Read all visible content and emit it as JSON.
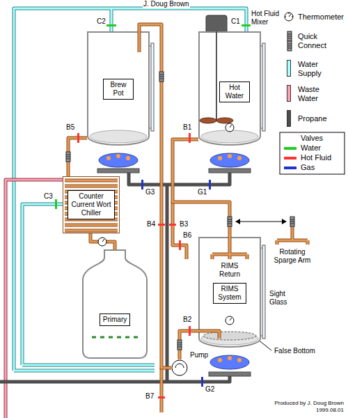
{
  "diagram": {
    "nodes": [
      {
        "text": [
          "Brew Pot"
        ]
      },
      {
        "text": [
          "Hot Water"
        ]
      },
      {
        "text": [
          "Counter Current Wort Chiller"
        ]
      },
      {
        "text": [
          "RIMS System"
        ]
      },
      {
        "text": [
          "Primary"
        ]
      },
      {
        "text": [
          "Pump"
        ]
      }
    ],
    "edges": [
      {
        "from": 0,
        "to": 2,
        "arrow": "none"
      },
      {
        "from": 2,
        "to": 4,
        "arrow": "none"
      },
      {
        "from": 1,
        "to": 3,
        "arrow": "none"
      },
      {
        "from": 3,
        "to": 5,
        "arrow": "none"
      },
      {
        "from": 5,
        "to": 0,
        "arrow": "none"
      }
    ],
    "labels": [
      "J. Doug Brown",
      "C2",
      "C1",
      "Hot Fluid Mixer",
      "B5",
      "B1",
      "G3",
      "G1",
      "C3",
      "B4",
      "B3",
      "B6",
      "RIMS Return",
      "Rotating Sparge Arm",
      "Sight Glass",
      "B2",
      "False Bottom",
      "B7",
      "G2",
      "Produced by J. Doug Brown 1999.08.01"
    ],
    "legend": [
      {
        "text": "Thermometer"
      },
      {
        "text": "Quick Connect"
      },
      {
        "text": "Water Supply",
        "color": "#a8ffff"
      },
      {
        "text": "Waste Water",
        "color": "#ff9fb0"
      },
      {
        "text": "Propane",
        "color": "#4d4d4d"
      },
      {
        "text": "Valves"
      },
      {
        "text": "Water",
        "color": "#22cc22"
      },
      {
        "text": "Hot Fluid",
        "color": "#ff3333"
      },
      {
        "text": "Gas",
        "color": "#2233cc"
      }
    ]
  }
}
